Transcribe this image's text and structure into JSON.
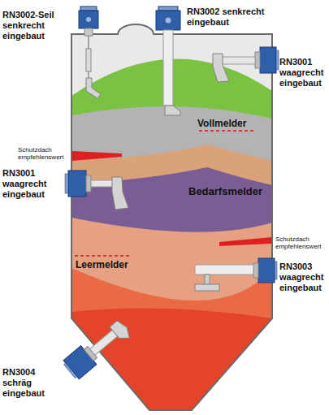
{
  "diagram": {
    "labels": [
      "RN3002-Seil senkrecht eingebaut",
      "RN3002 senkrecht eingebaut",
      "RN3001 waagrecht eingebaut",
      "Vollmelder",
      "Schutzdach empfehlenswert",
      "RN3001 waagrecht eingebaut",
      "Bedarfsmelder",
      "Schutzdach empfehlenswert",
      "Leermelder",
      "RN3003 waagrecht eingebaut",
      "RN3004 schräg eingebaut"
    ]
  }
}
